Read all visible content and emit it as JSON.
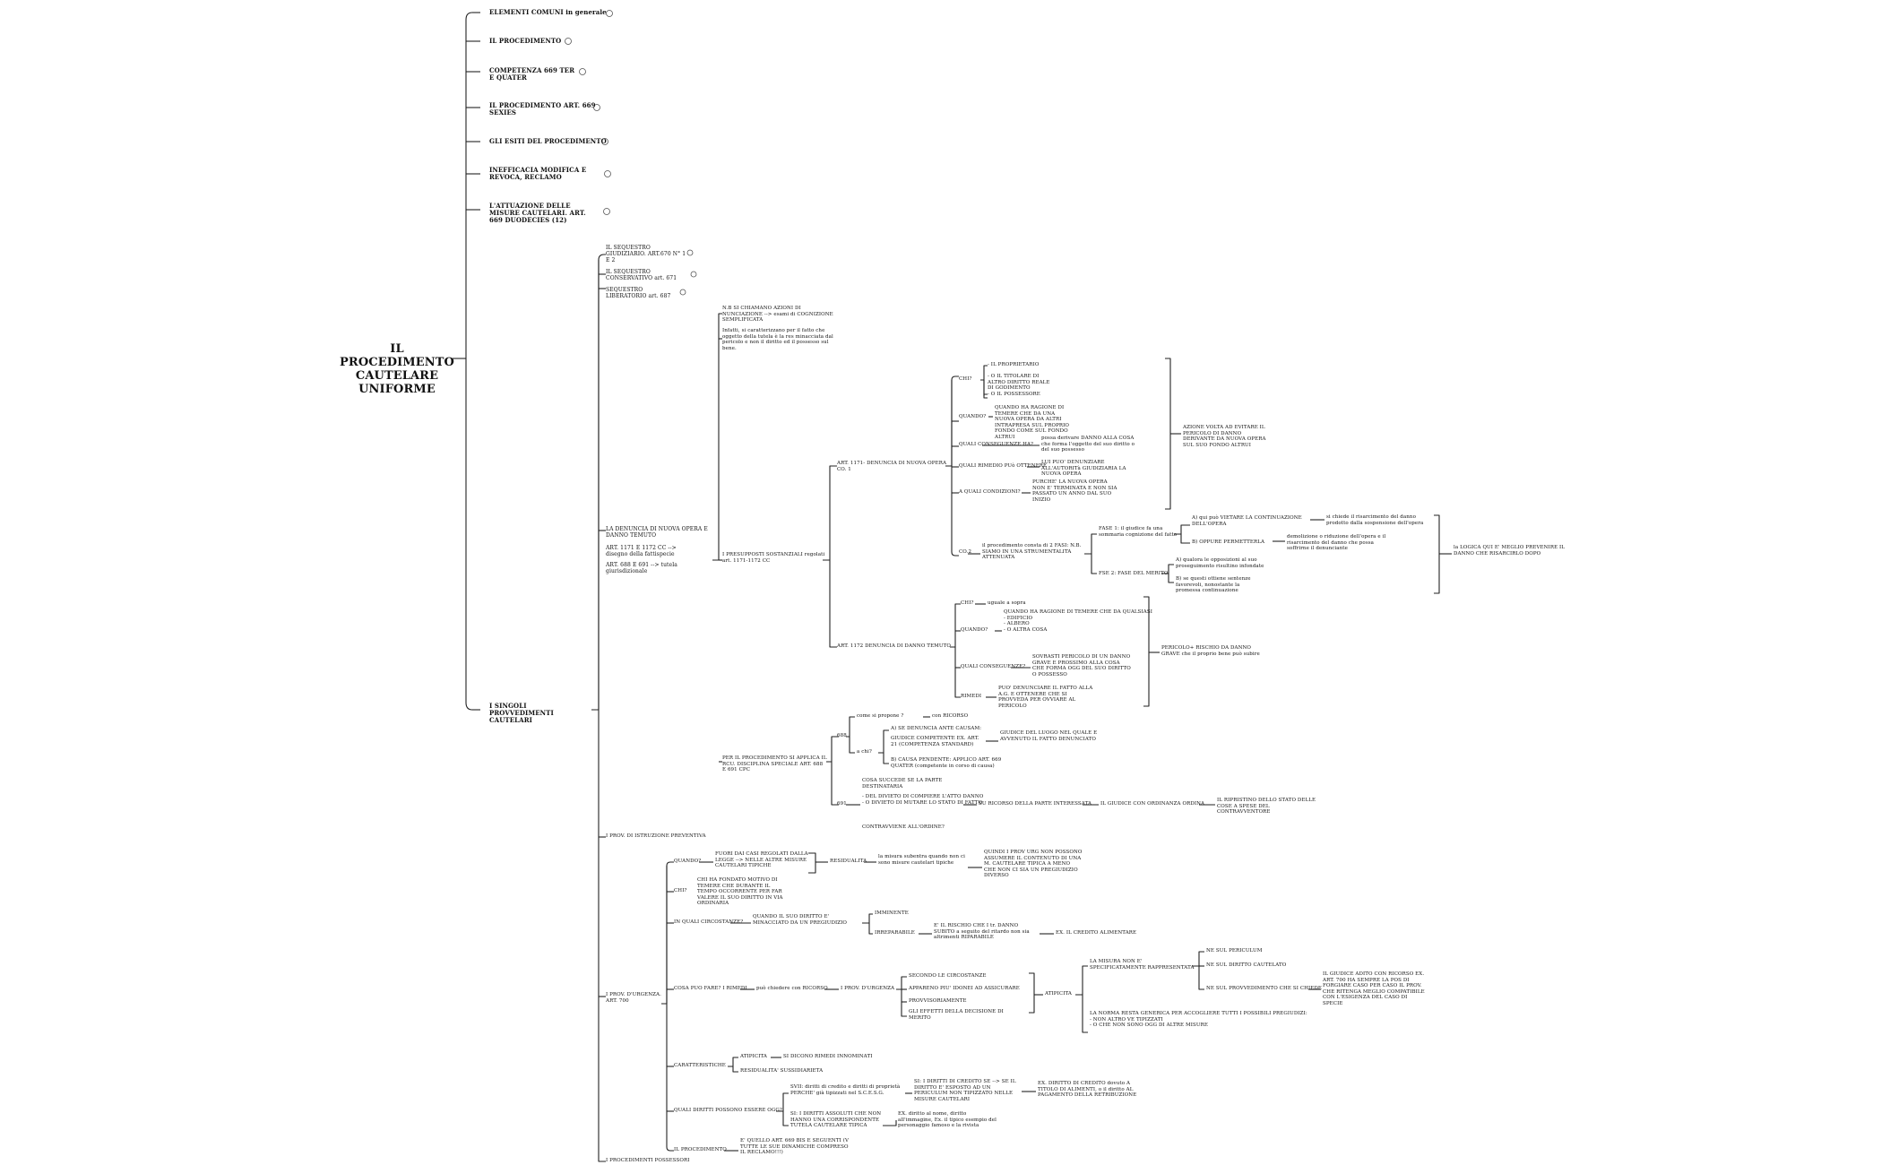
{
  "root": "IL PROCEDIMENTO CAUTELARE UNIFORME",
  "main_branches": [
    "ELEMENTI COMUNI in generale",
    "IL PROCEDIMENTO",
    "COMPETENZA 669 TER E QUATER",
    "IL PROCEDIMENTO ART. 669 SEXIES",
    "GLI ESITI DEL PROCEDIMENTO",
    "INEFFICACIA MODIFICA E REVOCA, RECLAMO",
    "L'ATTUAZIONE DELLE MISURE CAUTELARI. ART. 669 DUODECIES (12)",
    "I SINGOLI PROVVEDIMENTI CAUTELARI"
  ],
  "sequestri": [
    "IL SEQUESTRO GIUDIZIARIO. ART.670 N° 1 E 2",
    "IL SEQUESTRO CONSERVATIVO art. 671",
    "SEQUESTRO LIBERATORIO art. 687"
  ],
  "denuncia": {
    "title": "LA DENUNCIA DI NUOVA OPERA E DANNO TEMUTO",
    "art1": "ART. 1171 E 1172 CC --> disegno della fattispecie",
    "art2": "ART. 688 E 691 --> tutela giurisdizionale",
    "intro1": "N.B SI CHIAMANO AZIONI DI NUNCIAZIONE --> esami di COGNIZIONE SEMPLIFICATA",
    "intro2": "Infatti, si caratterizzano per il fatto che oggetto della tutela è la res minacciata dal pericolo e non il diritto ed il possesso sul bene.",
    "presupposti": "I PRESUPPOSTI SOSTANZIALI regolati art. 1171-1172 CC",
    "nuova_opera": {
      "title": "ART. 1171- DENUNCIA DI NUOVA OPERA CO. 1",
      "chi": "CHI?",
      "chi_a": "- IL PROPRIETARIO",
      "chi_b": "- O IL TITOLARE DI ALTRO DIRITTO REALE DI GODIMENTO",
      "chi_c": "- O IL POSSESSORE",
      "quando": "QUANDO?",
      "quando_v": "QUANDO HA RAGIONE DI TEMERE CHE DA UNA NUOVA OPERA DA ALTRI INTRAPRESA SUL PROPRIO FONDO COME SUL FONDO ALTRUI",
      "conseguenze": "QUALI CONSEGUENZE HA?",
      "conseguenze_v": "possa derivare DANNO ALLA COSA che forma l'oggetto del suo diritto o del suo possesso",
      "rimedio": "QUALI RIMEDIO PUò OTTENERE",
      "rimedio_v": "LUI PUO' DENUNZIARE ALL'AUTORITà GIUDIZIARIA LA NUOVA OPERA",
      "condizioni": "A QUALI CONDIZIONI?",
      "condizioni_v": "PURCHE' LA NUOVA OPERA NON E' TERMINATA E NON SIA PASSATO UN ANNO DAL SUO INIZIO",
      "azione": "AZIONE VOLTA AD EVITARE IL PERICOLO DI DANNO DERIVANTE DA NUOVA OPERA SUL SUO FONDO ALTRUI",
      "co2": "CO.2",
      "co2_v": "il procedimento consta di 2 FASI: N.B. SIAMO IN UNA STRUMENTALITA ATTENUATA",
      "fase1": "FASE 1: il giudice fa una sommaria cognizione del fatto",
      "fase1_a": "A) qui può VIETARE LA CONTINUAZIONE DELL'OPERA",
      "fase1_a_v": "si chiede il risarcimento del danno prodotto dalla sospensione dell'opera",
      "fase1_b": "B) OPPURE PERMETTERLA",
      "fase1_b_v": "demolizione o riduzione dell'opera e il risarcimento del danno che possa soffrirne il denunciante",
      "fase2": "FSE 2: FASE DEL MERITO",
      "fase2_a": "A) qualora le opposizioni al suo proseguimento risultino infondate",
      "fase2_b": "B) se questi ottiene sentenze favorevoli, nonostante la promessa continuazione",
      "logica": "la LOGICA QUI E' MEGLIO PREVENIRE IL DANNO CHE RISARCIRLO DOPO"
    },
    "danno_temuto": {
      "title": "ART. 1172 DENUNCIA DI DANNO TEMUTO",
      "chi": "CHI?",
      "chi_v": "uguale a sopra",
      "quando": "QUANDO?",
      "quando_v": "QUANDO HA RAGIONE DI TEMERE CHE DA QUALSIASI\n- EDIFICIO\n- ALBERO\n- O ALTRA COSA",
      "conseguenze": "QUALI CONSEGUENZE?",
      "conseguenze_v": "SOVRASTI PERICOLO DI UN DANNO GRAVE E PROSSIMO ALLA COSA CHE FORMA OGG DEL SUO DIRITTO O POSSESSO",
      "rimedi": "RIMEDI",
      "rimedi_v": "PUO' DENUNCIARE IL FATTO ALLA A.G. E OTTENERE CHE SI PROVVEDA PER OVVIARE AL PERICOLO",
      "nota": "PERICOLO+ RISCHIO DA DANNO GRAVE che il proprio bene può subire"
    },
    "procedimento": {
      "title": "PER IL PROCEDIMENTO SI APPLICA IL RCU. DISCIPLINA SPECIALE ART. 688 E 691 CPC",
      "n688": "688",
      "come": "come si propone ?",
      "come_v": "con RICORSO",
      "a_chi": "a chi?",
      "a": "A) SE DENUNCIA ANTE CAUSAM:",
      "a_v": "GIUDICE COMPETENTE EX. ART. 21 (COMPETENZA STANDARD)",
      "a_r": "GIUDICE DEL LUOGO NEL QUALE E AVVENUTO IL FATTO DENUNCIATO",
      "b": "B) CAUSA PENDENTE: APPLICO ART. 669 QUATER (competente in corso di causa)",
      "n691": "691",
      "succede": "COSA SUCCEDE SE LA PARTE DESTINATARIA",
      "succede_v": "- DEL DIVIETO DI COMPIERE L'ATTO DANNO\n- O DIVIETO DI MUTARE LO STATO DI FATTO",
      "contravviene": "CONTRAVVIENE ALL'ORDINE?",
      "ricorso": "SU RICORSO DELLA PARTE INTERESSATA",
      "ordina": "IL GIUDICE CON ORDINANZA ORDINA",
      "ripristino": "IL RIPRISTINO DELLO STATO DELLE COSE A SPESE DEL CONTRAVVENTORE"
    }
  },
  "istruzione": "I PROV. DI ISTRUZIONE PREVENTIVA",
  "urgenza": {
    "title": "I PROV. D'URGENZA. ART. 700",
    "quando": "QUANDO?",
    "quando_v": "FUORI DAI CASI REGOLATI DALLA LEGGE --> NELLE ALTRE MISURE CAUTELARI TIPICHE",
    "residualita": "RESIDUALITA",
    "residualita_v": "la misura subentra quando non ci sono misure cautelari tipiche",
    "residualita_r": "QUINDI I PROV URG NON POSSONO ASSUMERE IL CONTENUTO DI UNA M. CAUTELARE TIPICA A MENO CHE NON CI SIA UN PREGIUDIZIO DIVERSO",
    "chi": "CHI?",
    "chi_v": "CHI HA FONDATO MOTIVO DI TEMERE CHE DURANTE IL TEMPO OCCORRENTE PER FAR VALERE IL SUO DIRITTO IN VIA ORDINARIA",
    "circostanze": "IN QUALI CIRCOSTANZE?",
    "circostanze_v": "QUANDO IL SUO DIRITTO E' MINACCIATO DA UN PREGIUDIZIO",
    "imminente": "IMMINENTE",
    "irreparabile": "IRREPARABILE",
    "irreparabile_v": "E' IL RISCHIO CHE I tr. DANNO SUBITO a seguito del ritardo non sia altrimenti RIPARABILE",
    "irreparabile_r": "EX. IL CREDITO ALIMENTARE",
    "cosa": "COSA PUO FARE? I RIMEDI",
    "cosa_v": "può chiedere con RICORSO",
    "prov": "I PROV. D'URGENZA",
    "opt1": "SECONDO LE CIRCOSTANZE",
    "opt2": "APPARENO PIU' IDONEI AD ASSICURARE",
    "opt3": "PROVVISORIAMENTE",
    "opt4": "GLI EFFETTI DELLA DECISIONE DI MERITO",
    "atipicita": "ATIPICITA",
    "misura": "LA MISURA NON E' SPECIFICATAMENTE RAPPRESENTATA",
    "ne1": "NE SUL PERICULUM",
    "ne2": "NE SUL DIRITTO CAUTELATO",
    "ne3": "NE SUL PROVVEDIMENTO CHE SI CHIEDE",
    "giudice": "IL GIUDICE ADITO CON RICORSO EX. ART. 700 HA SEMPRE LA POS DI FORGIARE CASO PER CASO IL PROV. CHE RITENGA MEGLIO COMPATIBILE CON L'ESIGENZA DEL CASO DI SPECIE",
    "norma": "LA NORMA RESTA GENERICA PER ACCOGLIERE TUTTI I POSSIBILI PREGIUDIZI:\n- NON ALTRO VE TIPIZZATI\n- O CHE NON SONO OGG DI ALTRE MISURE",
    "caratteristiche": "CARATTERISTICHE",
    "car1": "ATIPICITA",
    "car1_v": "SI DICONO RIMEDI INNOMINATI",
    "car2": "RESIDUALITA' SUSSIDIARIETA",
    "diritti": "QUALI DIRITTI POSSONO ESSERE OGG?",
    "d1": "SVII: diritti di credito e diritti di proprietà PERCHE' già tipizzati nel S.C.E.S.G.",
    "d1_v": "SI: I DIRITTI DI CREDITO SE --> SE IL DIRITTO E' ESPOSTO AD UN PERICULUM NON TIPIZZATO NELLE MISURE CAUTELARI",
    "d1_r": "EX. DIRITTO DI CREDITO dovuto A TITOLO DI ALIMENTI, o il diritto AL PAGAMENTO DELLA RETRIBUZIONE",
    "d2": "SI: I DIRITTI ASSOLUTI CHE NON HANNO UNA CORRISPONDENTE TUTELA CAUTELARE TIPICA",
    "d2_v": "EX. diritto al nome, diritto all'immagine, Ex. il tipico esempio del personaggio famoso e la rivista",
    "procedimento": "IL PROCEDIMENTO",
    "procedimento_v": "E' QUELLO ART. 669 BIS E SEGUENTI (V TUTTE LE SUE DINAMICHE COMPRESO IL RECLAMO!!!)"
  },
  "possessori": "I PROCEDIMENTI POSSESSORI"
}
